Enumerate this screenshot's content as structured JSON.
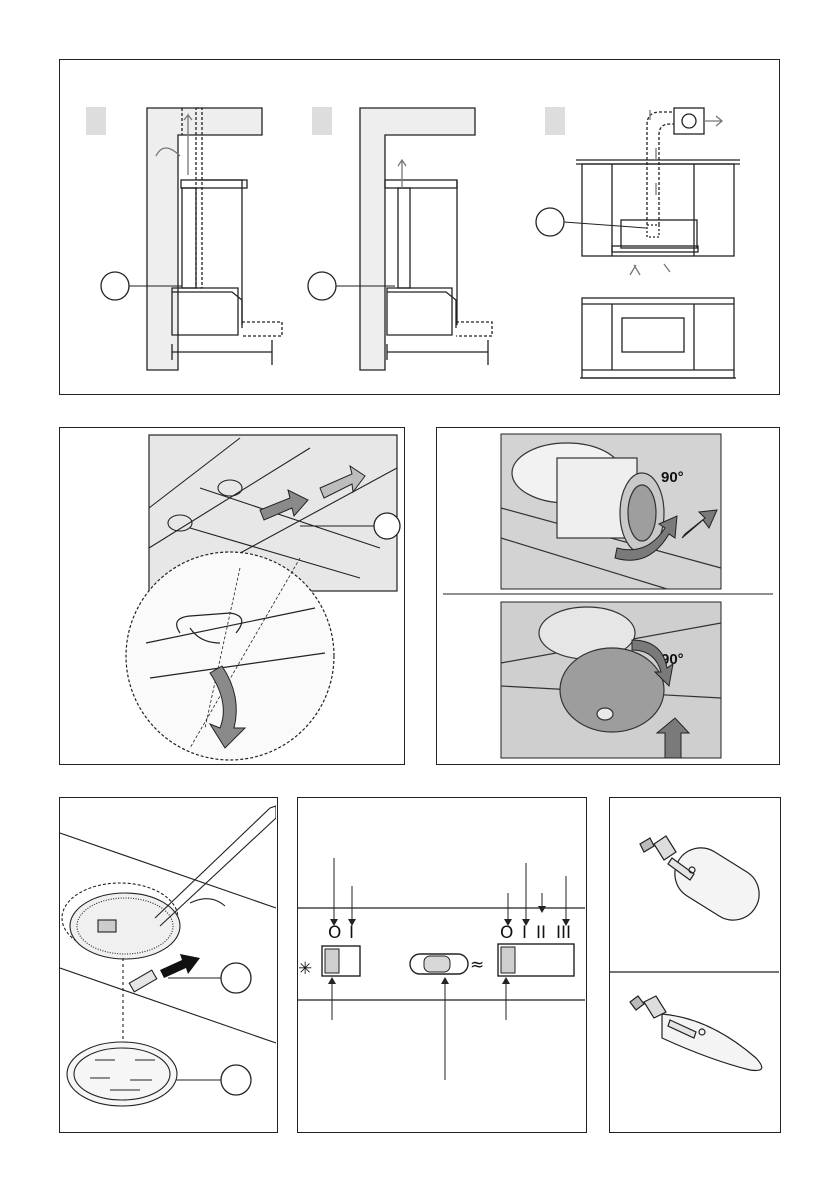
{
  "installation": {
    "step_boxes": [
      "",
      "",
      ""
    ],
    "callout_circles": [
      "",
      "",
      ""
    ]
  },
  "filter": {
    "callout_circle": ""
  },
  "rotation": {
    "top_angle": "90°",
    "bottom_angle": "90°"
  },
  "lamp": {
    "callout_circles": [
      "",
      ""
    ]
  },
  "controls": {
    "light_switch_marks": [
      "O",
      "I"
    ],
    "fan_switch_marks": [
      "O",
      "I",
      "II",
      "III"
    ],
    "light_symbol": "✳",
    "fan_symbol": "≈"
  },
  "bulbs": {
    "types": [
      "tube-bulb",
      "candle-bulb"
    ]
  },
  "colors": {
    "line": "#222222",
    "arrow_fill": "#9a9a9a",
    "step_box": "#dddddd",
    "photo_bg": "#cfcfcf"
  }
}
